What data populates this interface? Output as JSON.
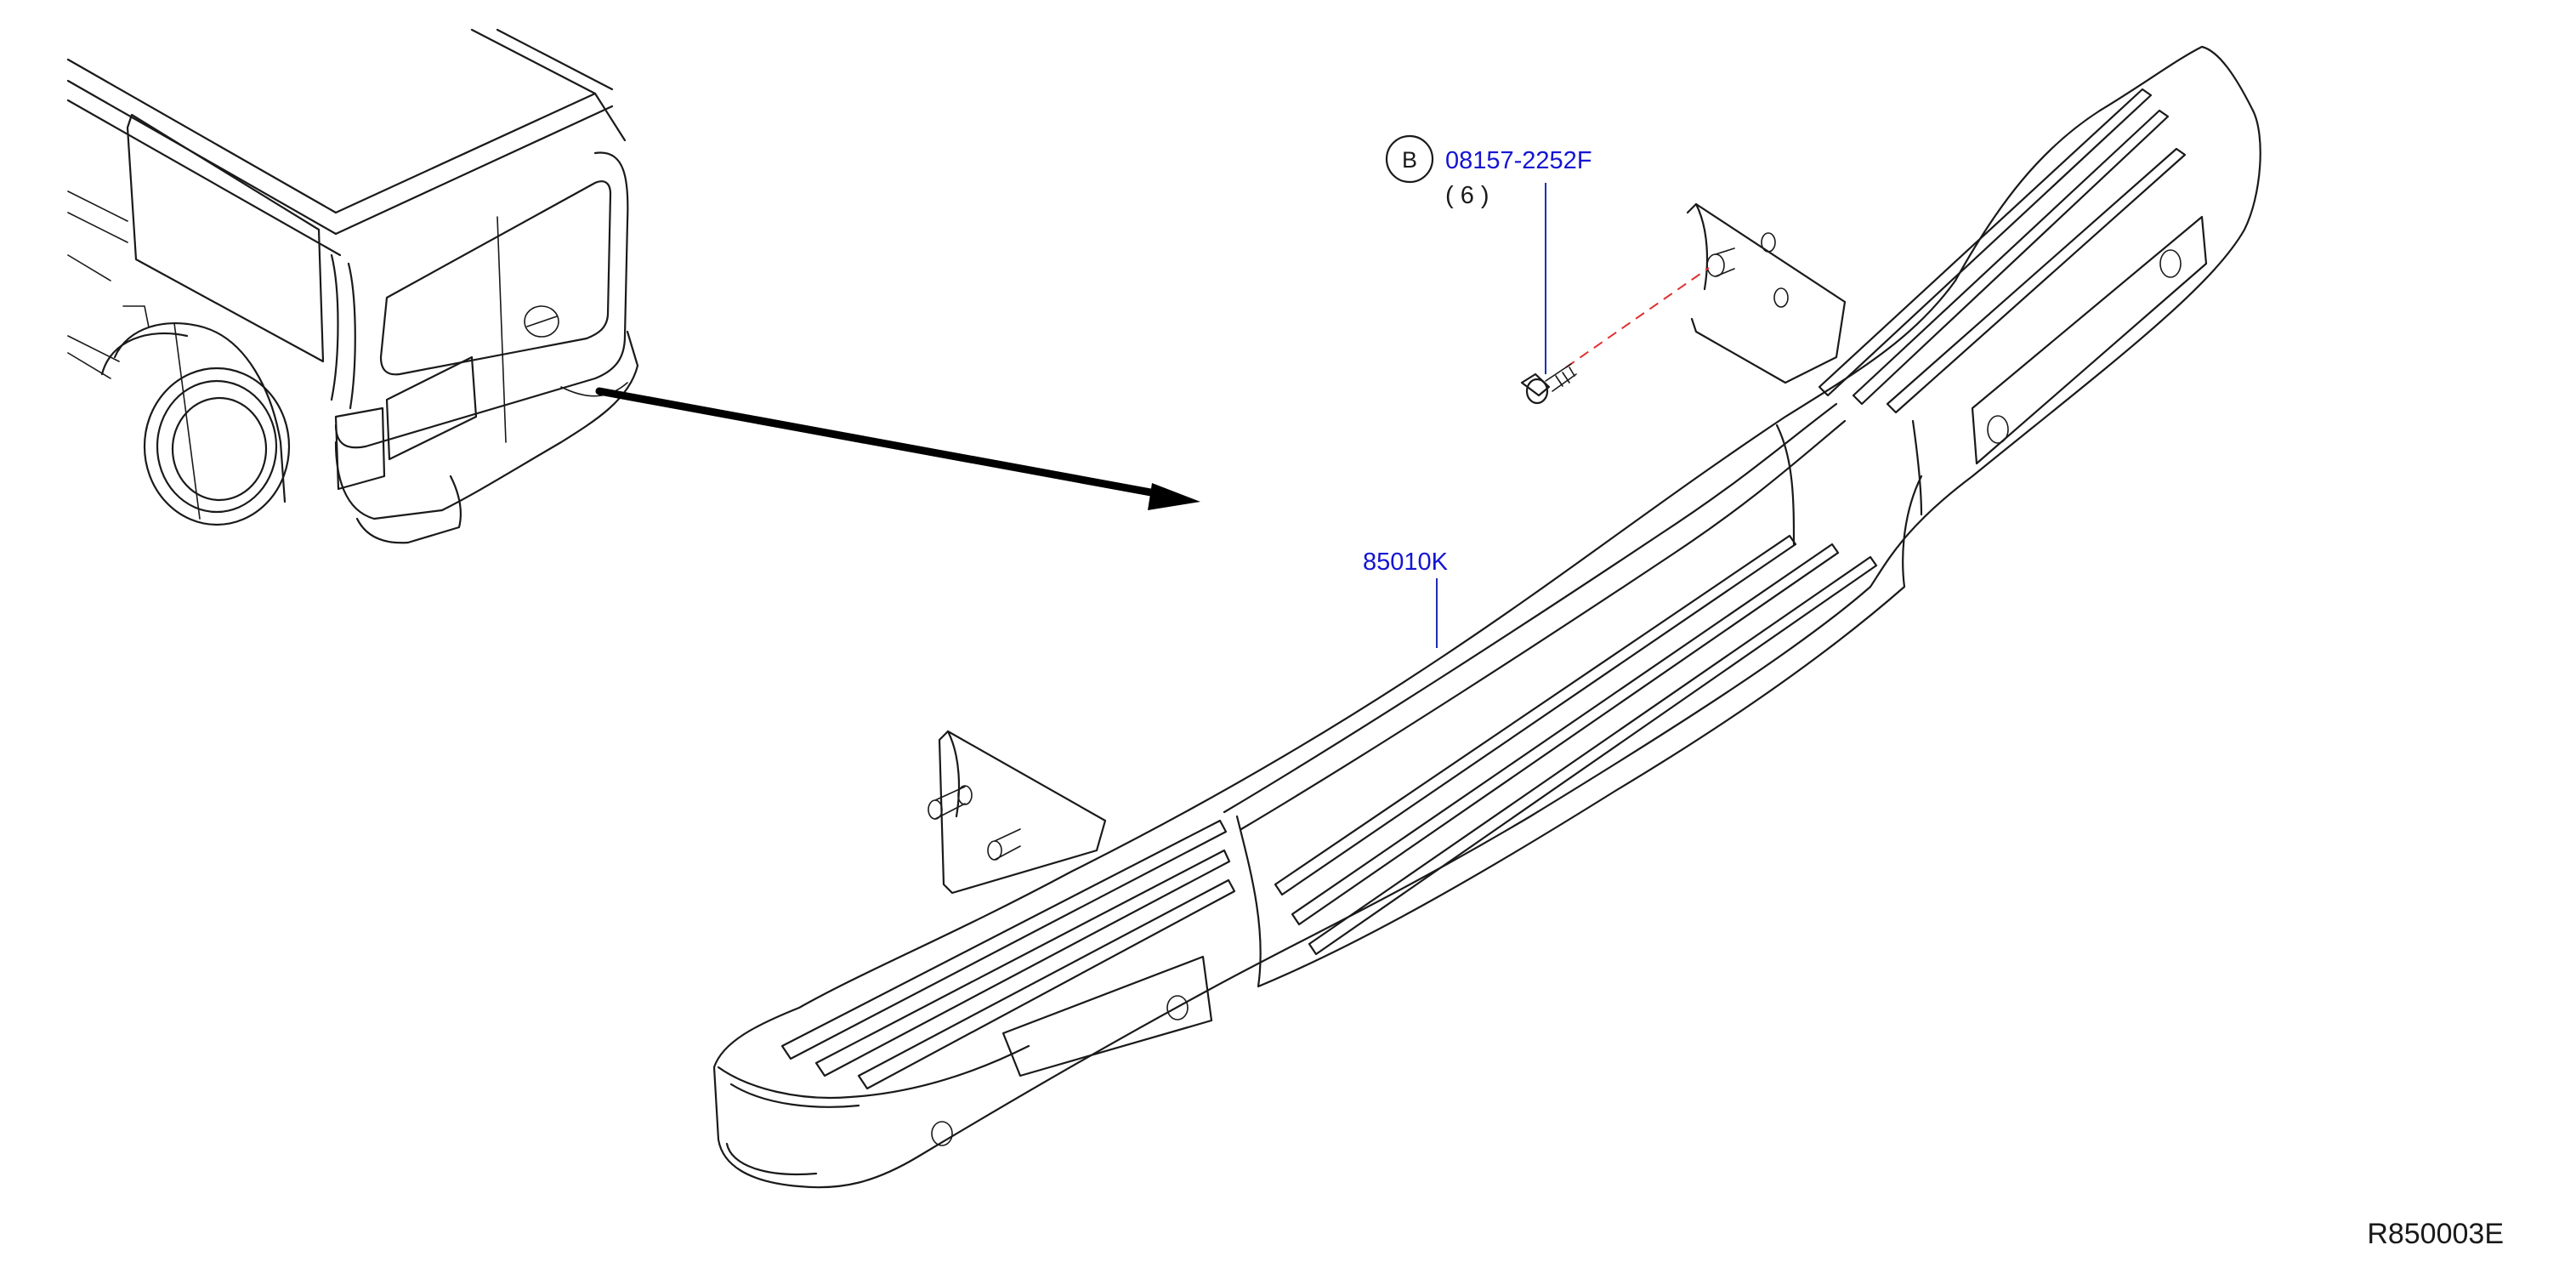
{
  "callouts": {
    "bolt": {
      "badge": "B",
      "part_number": "08157-2252F",
      "quantity": "( 6 )"
    },
    "step_bumper": {
      "part_number": "85010K"
    }
  },
  "diagram_ref": "R850003E",
  "colors": {
    "callout_text": "#1414d2",
    "leader_line": "#1f2fb0",
    "fastener_path": "#e03030",
    "linework": "#1a1a1a"
  }
}
